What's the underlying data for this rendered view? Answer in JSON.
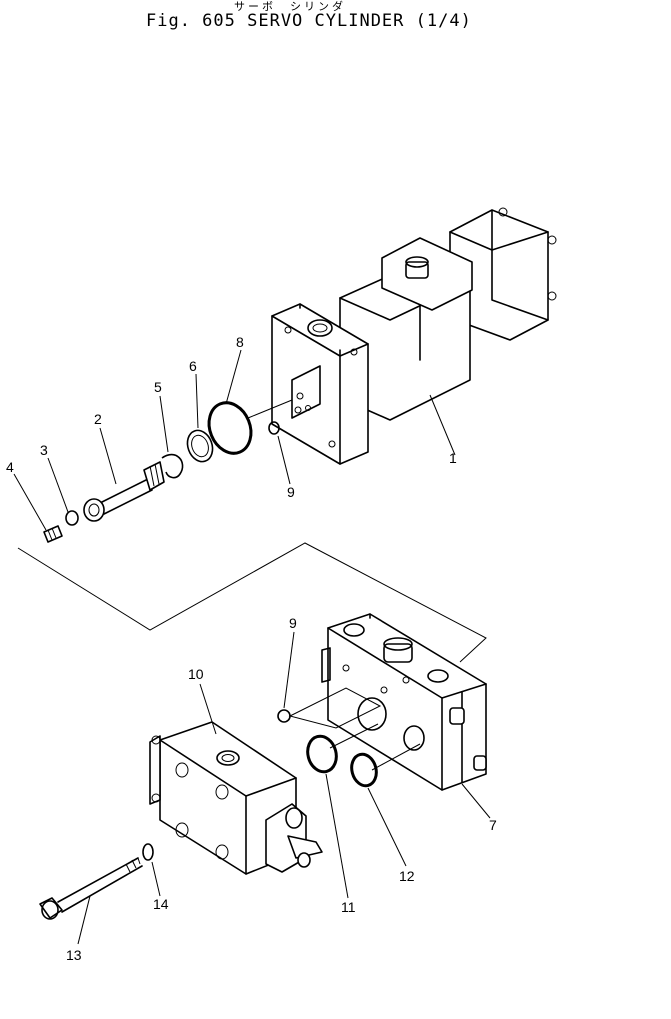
{
  "header": {
    "kana": "サーボ　シリンダ",
    "title": "Fig. 605  SERVO CYLINDER (1/4)"
  },
  "callouts": [
    "1",
    "2",
    "3",
    "4",
    "5",
    "6",
    "7",
    "8",
    "9",
    "9",
    "10",
    "11",
    "12",
    "13",
    "14"
  ]
}
